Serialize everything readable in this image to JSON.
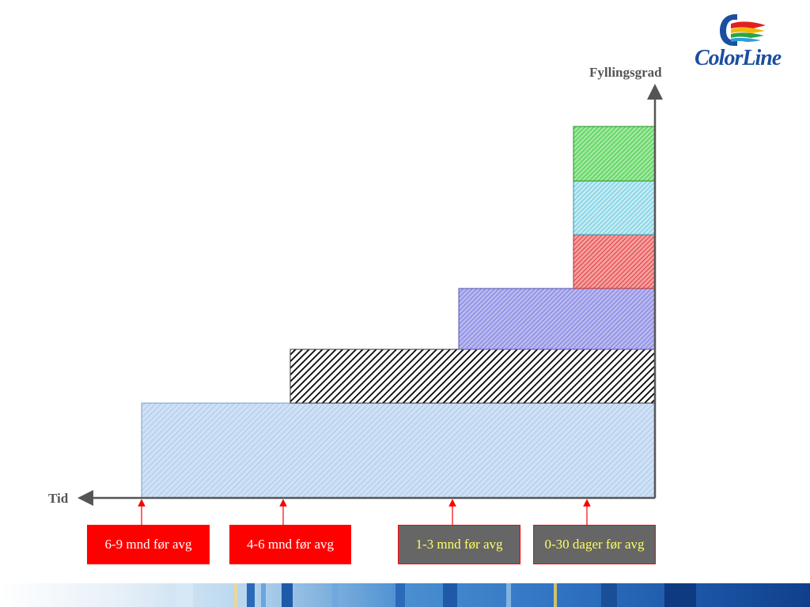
{
  "axes": {
    "y_label": "Fyllingsgrad",
    "x_label": "Tid"
  },
  "layers": [
    {
      "name": "layer-base",
      "color": "#bcd6ef"
    },
    {
      "name": "layer-black",
      "color": "#000000"
    },
    {
      "name": "layer-blue",
      "color": "#8c8ce6"
    },
    {
      "name": "layer-red",
      "color": "#e85050"
    },
    {
      "name": "layer-cyan",
      "color": "#8fd6e6"
    },
    {
      "name": "layer-green",
      "color": "#5ed35e"
    }
  ],
  "periods": [
    {
      "label": "6-9 mnd før avg"
    },
    {
      "label": "4-6 mnd før avg"
    },
    {
      "label": "1-3 mnd før avg"
    },
    {
      "label": "0-30 dager før avg"
    }
  ],
  "logo": {
    "text": "ColorLine"
  },
  "colors": {
    "label_red": "#ff0000",
    "label_gray": "#666666",
    "arrow": "#555555",
    "text_yellow": "#ffff66",
    "brand_blue": "#1c4ea0"
  }
}
